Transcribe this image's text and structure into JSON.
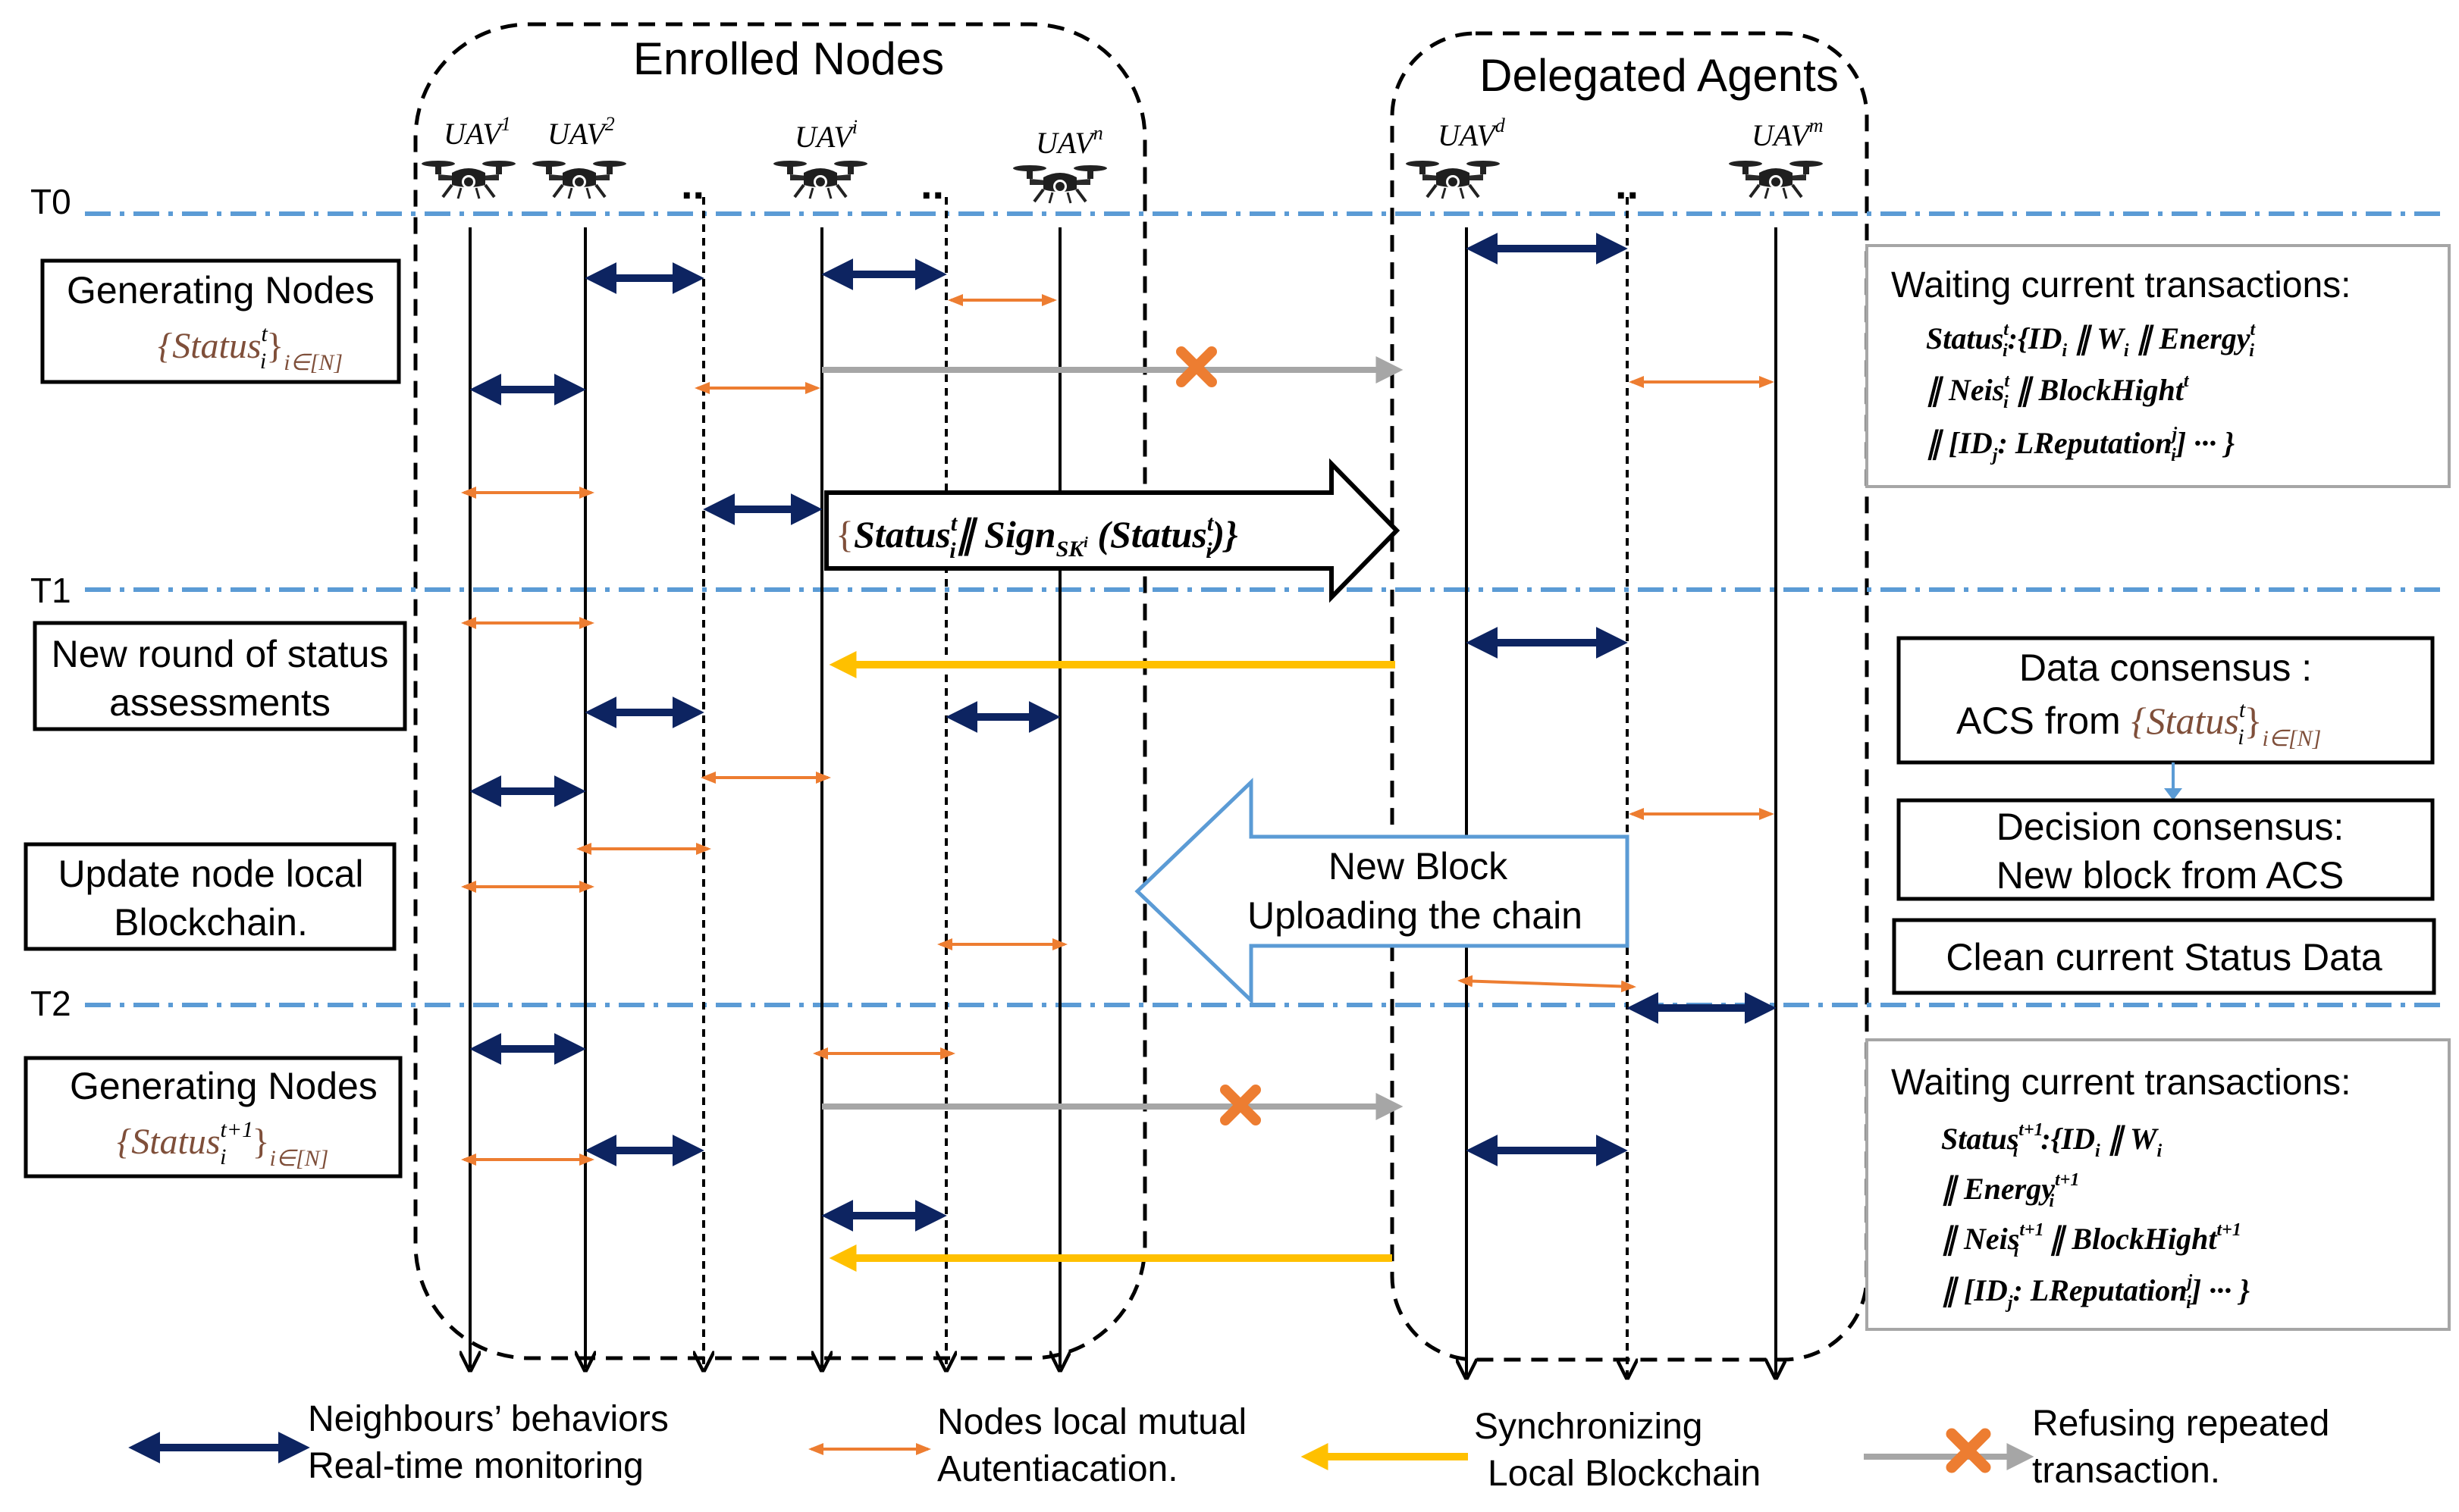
{
  "groups": {
    "enrolled": "Enrolled Nodes",
    "delegated": "Delegated Agents"
  },
  "time_labels": [
    "T0",
    "T1",
    "T2"
  ],
  "uav": {
    "base": "UAV",
    "sup_1": "1",
    "sup_2": "2",
    "sup_i": "i",
    "sup_n": "n",
    "sup_d": "d",
    "sup_m": "m"
  },
  "dots": "..",
  "left_boxes": {
    "gen1_line1": "Generating Nodes",
    "gen1_status": "{Status",
    "gen1_sup": "t",
    "gen1_sub": "i",
    "gen1_close": "}",
    "gen1_idx": "i∈[N]",
    "round_line1": "New round of status",
    "round_line2": "assessments",
    "update_line1": "Update node local",
    "update_line2": "Blockchain.",
    "gen2_line1": "Generating Nodes",
    "gen2_status": "{Status",
    "gen2_sup": "t+1",
    "gen2_sub": "i",
    "gen2_close": "}",
    "gen2_idx": "i∈[N]"
  },
  "big_arrow": {
    "open": "{",
    "status": "Status",
    "sup": "t",
    "sub": "i",
    "sep": "∥ ",
    "sign": "Sign",
    "sign_sub": "SK",
    "sign_sub_sup": "i",
    "paren_open": " (Status",
    "sup2": "t",
    "sub2": "i",
    "close": ")}"
  },
  "new_block": {
    "line1": "New Block",
    "line2": "Uploading the chain"
  },
  "right_panel": {
    "wait1_title": "Waiting current transactions:",
    "wait1_l1": "Status",
    "wait1_l1_sup": "t",
    "wait1_l1_sub": "i",
    "wait1_l1_rest": ":{ID",
    "wait1_l1_rest_sub": "i",
    "wait1_l1_w": " ∥ W",
    "wait1_l1_w_sub": "i",
    "wait1_l1_e": "  ∥ Energy",
    "wait1_l1_e_sup": "t",
    "wait1_l1_e_sub": "i",
    "wait1_l2": "∥ Neis",
    "wait1_l2_sup": "t",
    "wait1_l2_sub": "i",
    "wait1_l2_rest": " ∥ BlockHight",
    "wait1_l2_rest_sup": "t",
    "wait1_l3": "∥ [ID",
    "wait1_l3_sub": "j",
    "wait1_l3_rest": ": LReputation",
    "wait1_l3_sup": "j",
    "wait1_l3_sub2": "i",
    "wait1_l3_end": "] ··· }",
    "consensus_l1": "Data consensus :",
    "consensus_l2": "ACS from ",
    "consensus_status": "{Status",
    "consensus_sup": "t",
    "consensus_sub": "i",
    "consensus_close": "}",
    "consensus_idx": "i∈[N]",
    "decision_l1": "Decision consensus:",
    "decision_l2": "New block from ACS",
    "clean": "Clean current Status Data",
    "wait2_title": "Waiting current transactions:",
    "wait2_l1": "Status",
    "wait2_l1_sup": "t+1",
    "wait2_l1_sub": "i",
    "wait2_l1_rest": ":{ID",
    "wait2_l1_rest_sub": "i",
    "wait2_l1_w": " ∥ W",
    "wait2_l1_w_sub": "i",
    "wait2_l2": "∥ Energy",
    "wait2_l2_sup": "t+1",
    "wait2_l2_sub": "i",
    "wait2_l3": "∥ Neis",
    "wait2_l3_sup": "t+1",
    "wait2_l3_sub": "i",
    "wait2_l3_rest": " ∥ BlockHight",
    "wait2_l3_rest_sup": "t+1",
    "wait2_l4": "∥ [ID",
    "wait2_l4_sub": "j",
    "wait2_l4_rest": ": LReputation",
    "wait2_l4_sup": "j",
    "wait2_l4_sub2": "i",
    "wait2_l4_end": "] ··· }"
  },
  "legend": {
    "monitor_l1": "Neighbours’ behaviors",
    "monitor_l2": "Real-time monitoring",
    "auth_l1": "Nodes local mutual",
    "auth_l2": "Autentiacation.",
    "sync_l1": "Synchronizing",
    "sync_l2": "Local Blockchain",
    "refuse_l1": "Refusing repeated",
    "refuse_l2": "transaction."
  },
  "colors": {
    "navy": "#0d2461",
    "orange": "#ed7d31",
    "gold": "#ffc000",
    "gray": "#a6a6a6",
    "timeline": "#5b9bd5",
    "cross": "#ed7d31",
    "math_brown": "#7f4f3a"
  },
  "icons": [
    "drone-icon",
    "cross-icon"
  ]
}
